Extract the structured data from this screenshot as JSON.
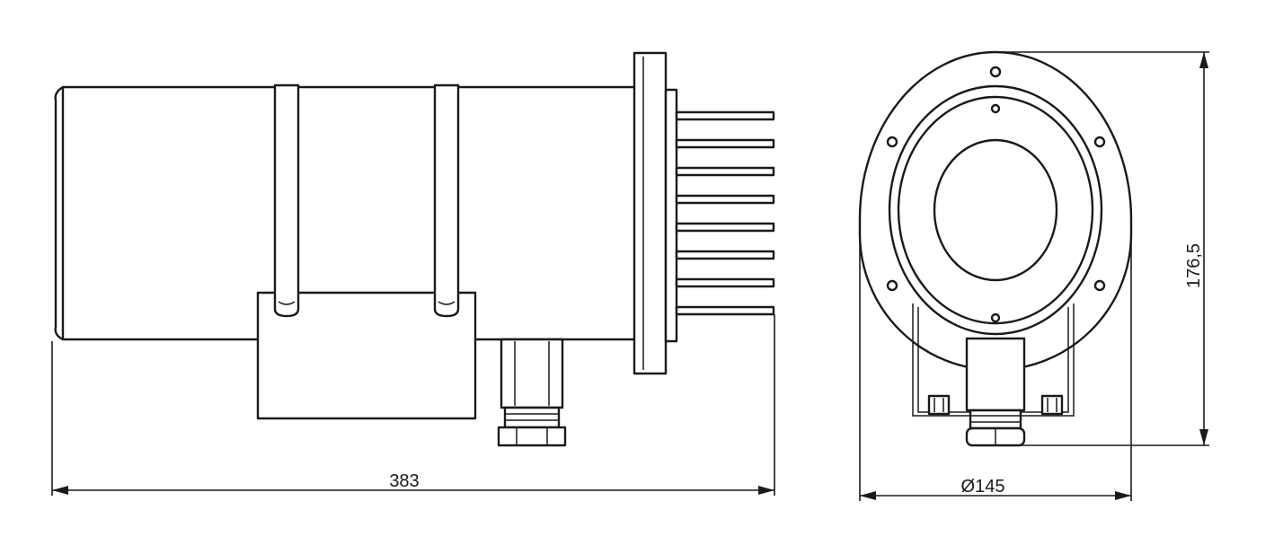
{
  "dimensions": {
    "length": "383",
    "diameter": "Ø145",
    "height": "176,5"
  }
}
